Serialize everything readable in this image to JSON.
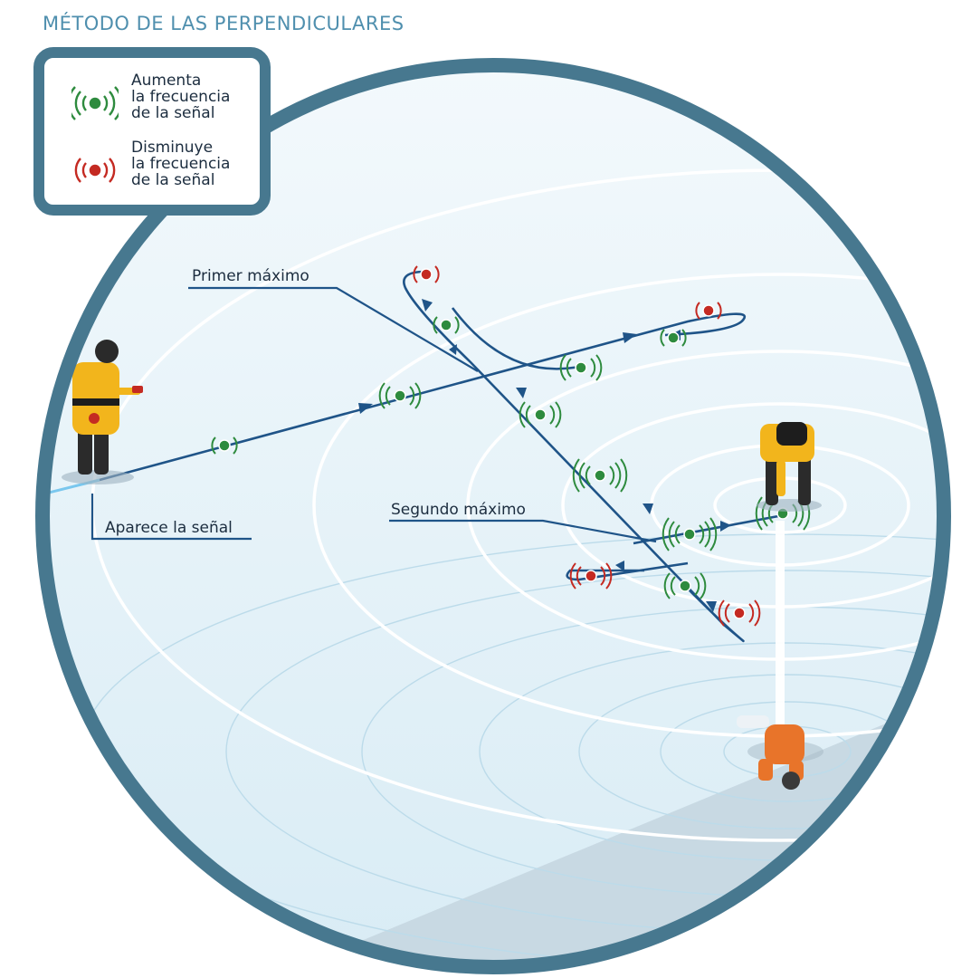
{
  "title": "MÉTODO DE LAS PERPENDICULARES",
  "legend": {
    "items": [
      {
        "icon": "green-signal-icon",
        "color": "#2e8b3e",
        "lines": [
          "Aumenta",
          "la frecuencia",
          "de la señal"
        ]
      },
      {
        "icon": "red-signal-icon",
        "color": "#c42a22",
        "lines": [
          "Disminuye",
          "la frecuencia",
          "de la señal"
        ]
      }
    ]
  },
  "labels": {
    "signal_appears": "Aparece la señal",
    "first_max": "Primer máximo",
    "second_max": "Segundo máximo"
  },
  "colors": {
    "frame": "#47788f",
    "path": "#1f5488",
    "ice_light": "#e7f3fa",
    "ice_dark": "#c8d9e3",
    "increase": "#2e8b3e",
    "decrease": "#c42a22"
  }
}
